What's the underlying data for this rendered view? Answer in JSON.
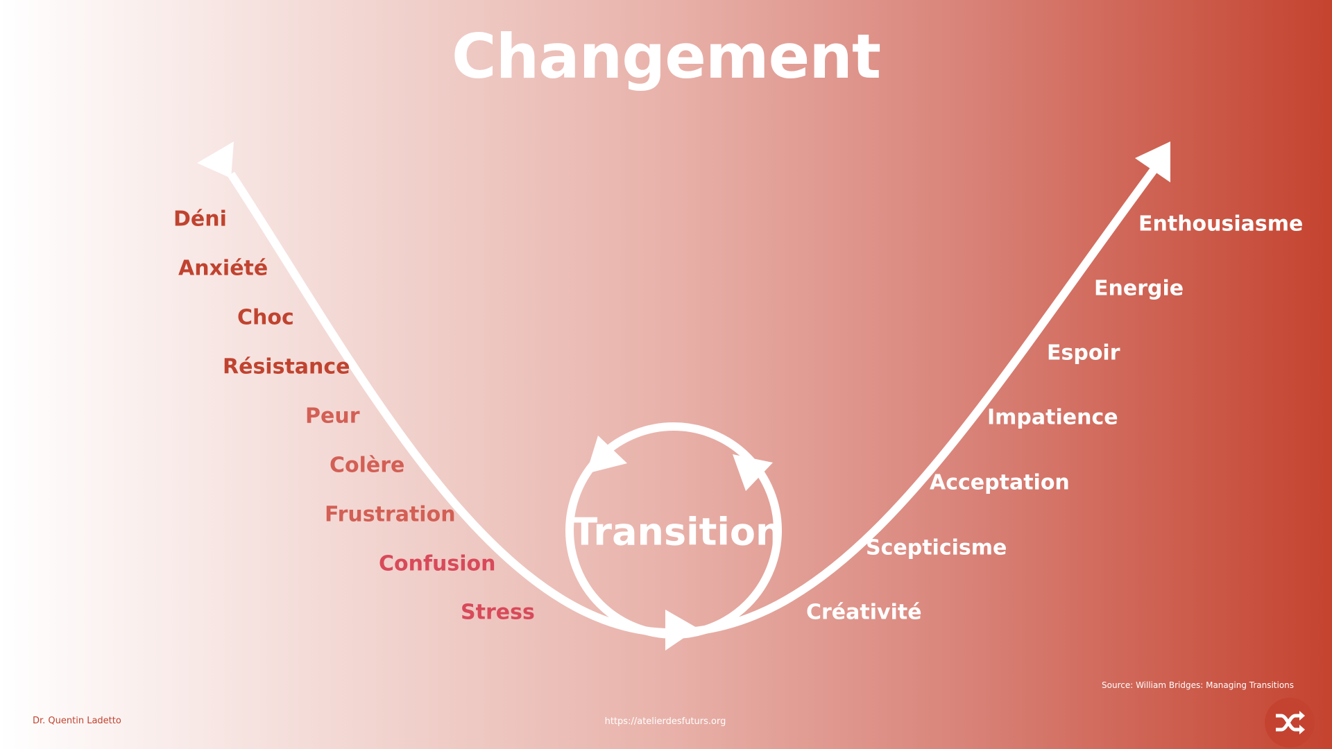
{
  "title": "Changement",
  "center_label": "Transition",
  "left_labels": [
    "Déni",
    "Anxiété",
    "Choc",
    "Résistance",
    "Peur",
    "Colère",
    "Frustration",
    "Confusion",
    "Stress"
  ],
  "right_labels": [
    "Enthousiasme",
    "Energie",
    "Espoir",
    "Impatience",
    "Acceptation",
    "Scepticisme",
    "Créativité"
  ],
  "footer": {
    "author": "Dr. Quentin Ladetto",
    "url": "https://atelierdesfuturs.org",
    "source": "Source: William Bridges: Managing Transitions"
  },
  "icons": {
    "corner": "shuffle-icon"
  },
  "colors": {
    "accent": "#c4432f",
    "label_dark": "#c0432f",
    "label_mid": "#d35f55",
    "label_pink": "#d84a5a"
  }
}
